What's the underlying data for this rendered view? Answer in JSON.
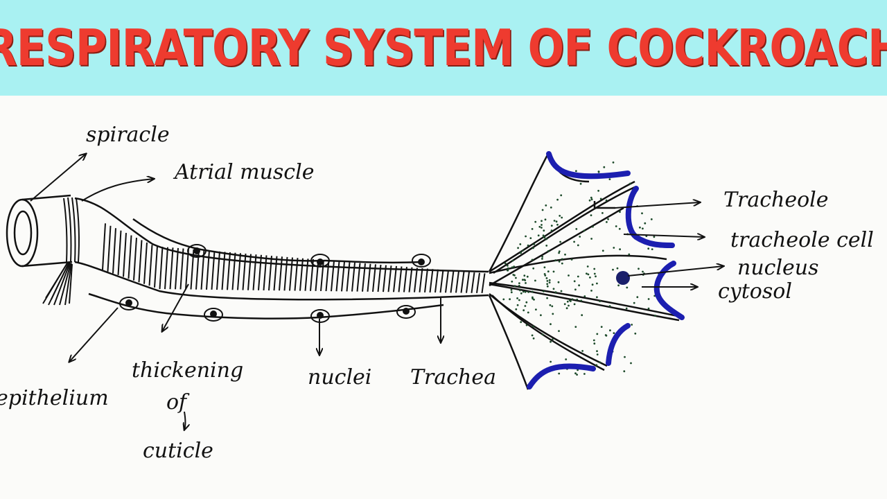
{
  "title": "RESPIRATORY SYSTEM OF COCKROACH",
  "colors": {
    "banner": "#a9f1f2",
    "title": "#ee3b2f",
    "ink": "#111111",
    "highlight": "#1c1fb0"
  },
  "labels": {
    "spiracle": "spiracle",
    "atrial_muscle": "Atrial muscle",
    "tracheole": "Tracheole",
    "tracheole_cell": "tracheole cell",
    "nucleus": "nucleus",
    "cytosol": "cytosol",
    "epithelium": "epithelium",
    "thickening": "thickening",
    "of": "of",
    "cuticle": "cuticle",
    "nuclei": "nuclei",
    "trachea": "Trachea"
  }
}
